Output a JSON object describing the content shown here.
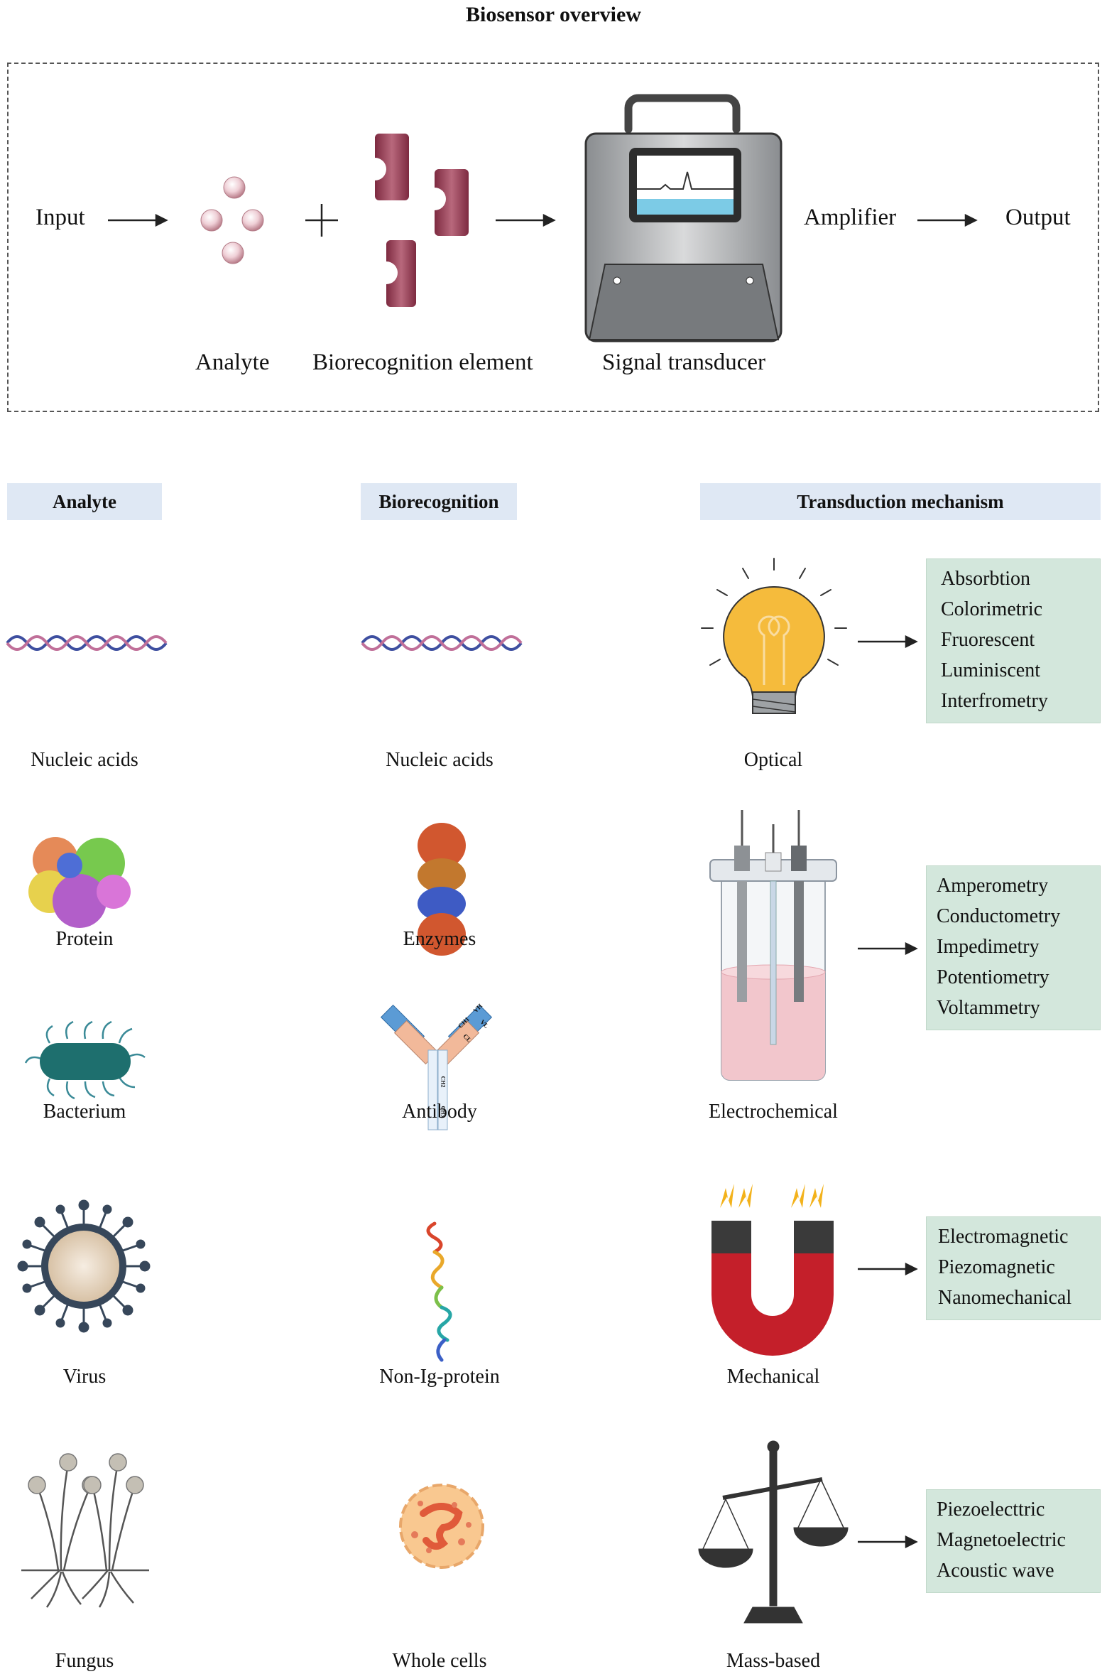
{
  "title": "Biosensor overview",
  "flow": {
    "input": "Input",
    "amplifier": "Amplifier",
    "output": "Output",
    "analyte": "Analyte",
    "biorecognition_element": "Biorecognition element",
    "signal_transducer": "Signal transducer"
  },
  "headers": {
    "analyte": "Analyte",
    "biorecognition": "Biorecognition",
    "transduction": "Transduction mechanism"
  },
  "analytes": [
    "Nucleic acids",
    "Protein",
    "Bacterium",
    "Virus",
    "Fungus"
  ],
  "biorecognition": [
    "Nucleic acids",
    "Enzymes",
    "Antibody",
    "Non-Ig-protein",
    "Whole cells"
  ],
  "antibody_domains": [
    "CH1",
    "VH",
    "CL",
    "VL",
    "CH2",
    "CH3"
  ],
  "transduction": [
    {
      "label": "Optical",
      "methods": [
        "Absorbtion",
        "Colorimetric",
        "Fruorescent",
        "Luminiscent",
        "Interfrometry"
      ]
    },
    {
      "label": "Electrochemical",
      "methods": [
        "Amperometry",
        "Conductometry",
        "Impedimetry",
        "Potentiometry",
        "Voltammetry"
      ]
    },
    {
      "label": "Mechanical",
      "methods": [
        "Electromagnetic",
        "Piezomagnetic",
        "Nanomechanical"
      ]
    },
    {
      "label": "Mass-based",
      "methods": [
        "Piezoelecttric",
        "Magnetoelectric",
        "Acoustic wave"
      ]
    }
  ],
  "colors": {
    "header_bg": "#dfe8f4",
    "method_box_bg": "#d3e7dc",
    "receptor": "#9c4359",
    "bulb": "#f5bb3c",
    "magnet_red": "#c41f2a"
  }
}
